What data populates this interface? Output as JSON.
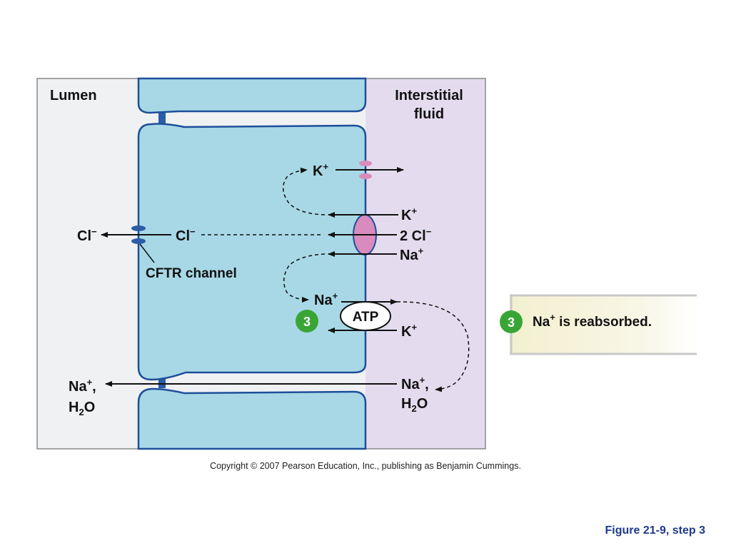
{
  "regions": {
    "lumen": "Lumen",
    "interstitial_line1": "Interstitial",
    "interstitial_line2": "fluid"
  },
  "ions": {
    "k_top": "K",
    "k_top_sup": "+",
    "k_cotransport": "K",
    "k_cotransport_sup": "+",
    "cl_cotransport": "2 Cl",
    "cl_cotransport_sup": "−",
    "na_cotransport": "Na",
    "na_cotransport_sup": "+",
    "cl_cell": "Cl",
    "cl_cell_sup": "−",
    "cl_lumen": "Cl",
    "cl_lumen_sup": "−",
    "na_cell": "Na",
    "na_cell_sup": "+",
    "k_pump": "K",
    "k_pump_sup": "+",
    "na_lumen": "Na",
    "na_lumen_sup": "+",
    "na_lumen_comma": ",",
    "h2o_lumen_h": "H",
    "h2o_lumen_sub": "2",
    "h2o_lumen_o": "O",
    "na_interstitial": "Na",
    "na_interstitial_sup": "+",
    "na_interstitial_comma": ",",
    "h2o_interstitial_h": "H",
    "h2o_interstitial_sub": "2",
    "h2o_interstitial_o": "O"
  },
  "labels": {
    "cftr": "CFTR channel",
    "atp": "ATP",
    "step_badge": "3"
  },
  "callout": {
    "badge": "3",
    "text_pre": "Na",
    "text_sup": "+",
    "text_post": " is reabsorbed."
  },
  "copyright": "Copyright © 2007 Pearson Education, Inc., publishing as Benjamin Cummings.",
  "figure_label": "Figure 21-9, step 3",
  "colors": {
    "cell_fill": "#a8d8e6",
    "cell_stroke": "#1d4f9a",
    "interstitial_fill": "#e4dcee",
    "lumen_fill": "#f0f1f3",
    "channel_pink": "#d98bbd",
    "badge_green": "#3aa537",
    "callout_fill": "#f5f2d8",
    "figure_label": "#1f3a8a"
  }
}
